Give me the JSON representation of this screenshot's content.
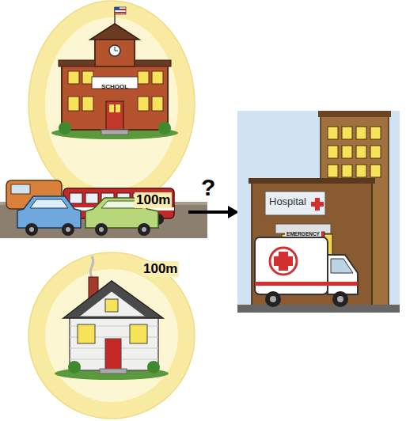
{
  "diagram": {
    "nodes": [
      {
        "text": [
          "SCHOOL",
          "100m"
        ]
      },
      {
        "text": [
          "100m"
        ]
      },
      {
        "text": [
          "Hospital",
          "EMERGENCY"
        ]
      }
    ],
    "labels": [
      "?"
    ]
  }
}
